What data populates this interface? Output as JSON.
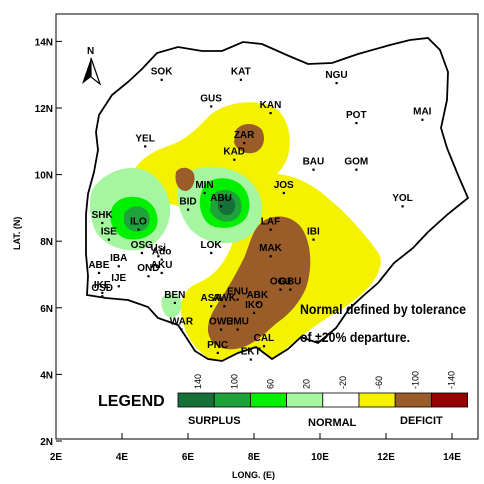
{
  "axes": {
    "xlabel": "LONG. (E)",
    "ylabel": "LAT. (N)",
    "x_ticks": [
      "2E",
      "4E",
      "6E",
      "8E",
      "10E",
      "12E",
      "14E"
    ],
    "y_ticks": [
      "2N",
      "4N",
      "6N",
      "8N",
      "10N",
      "12N",
      "14N"
    ],
    "xlim": [
      2,
      15
    ],
    "ylim": [
      2,
      15
    ]
  },
  "note": {
    "line1": "Normal defined by tolerance",
    "line2": "of ±20% departure."
  },
  "legend": {
    "title": "LEGEND",
    "categories": [
      "SURPLUS",
      "NORMAL",
      "DEFICIT"
    ],
    "thresholds": [
      "140",
      "100",
      "60",
      "20",
      "-20",
      "-60",
      "-100",
      "-140"
    ],
    "colors": [
      "#16703a",
      "#1fa23a",
      "#00f000",
      "#a6f5a0",
      "#ffffff",
      "#f5f200",
      "#9a5d2a",
      "#960000"
    ]
  },
  "north_arrow": {
    "label": "N"
  },
  "stations": [
    {
      "name": "SOK",
      "lon": 5.2,
      "lat": 13.0
    },
    {
      "name": "KAT",
      "lon": 7.6,
      "lat": 13.0
    },
    {
      "name": "NGU",
      "lon": 10.5,
      "lat": 12.9
    },
    {
      "name": "GUS",
      "lon": 6.7,
      "lat": 12.2
    },
    {
      "name": "KAN",
      "lon": 8.5,
      "lat": 12.0
    },
    {
      "name": "POT",
      "lon": 11.1,
      "lat": 11.7
    },
    {
      "name": "MAI",
      "lon": 13.1,
      "lat": 11.8
    },
    {
      "name": "YEL",
      "lon": 4.7,
      "lat": 11.0
    },
    {
      "name": "ZAR",
      "lon": 7.7,
      "lat": 11.1
    },
    {
      "name": "KAD",
      "lon": 7.4,
      "lat": 10.6
    },
    {
      "name": "BAU",
      "lon": 9.8,
      "lat": 10.3
    },
    {
      "name": "GOM",
      "lon": 11.1,
      "lat": 10.3
    },
    {
      "name": "BID",
      "lon": 6.0,
      "lat": 9.1
    },
    {
      "name": "MIN",
      "lon": 6.5,
      "lat": 9.6
    },
    {
      "name": "JOS",
      "lon": 8.9,
      "lat": 9.6
    },
    {
      "name": "ABU",
      "lon": 7.0,
      "lat": 9.2
    },
    {
      "name": "YOL",
      "lon": 12.5,
      "lat": 9.2
    },
    {
      "name": "SHK",
      "lon": 3.4,
      "lat": 8.7
    },
    {
      "name": "ILO",
      "lon": 4.5,
      "lat": 8.5
    },
    {
      "name": "ISE",
      "lon": 3.6,
      "lat": 8.2
    },
    {
      "name": "OSG",
      "lon": 4.6,
      "lat": 7.8
    },
    {
      "name": "Usi",
      "lon": 5.1,
      "lat": 7.7
    },
    {
      "name": "LAF",
      "lon": 8.5,
      "lat": 8.5
    },
    {
      "name": "IBI",
      "lon": 9.8,
      "lat": 8.2
    },
    {
      "name": "LOK",
      "lon": 6.7,
      "lat": 7.8
    },
    {
      "name": "MAK",
      "lon": 8.5,
      "lat": 7.7
    },
    {
      "name": "IBA",
      "lon": 3.9,
      "lat": 7.4
    },
    {
      "name": "Ado",
      "lon": 5.2,
      "lat": 7.6
    },
    {
      "name": "ABE",
      "lon": 3.3,
      "lat": 7.2
    },
    {
      "name": "AKU",
      "lon": 5.2,
      "lat": 7.2
    },
    {
      "name": "OND",
      "lon": 4.8,
      "lat": 7.1
    },
    {
      "name": "IJE",
      "lon": 3.9,
      "lat": 6.8
    },
    {
      "name": "IKE",
      "lon": 3.4,
      "lat": 6.6
    },
    {
      "name": "OSD",
      "lon": 3.4,
      "lat": 6.5
    },
    {
      "name": "BEN",
      "lon": 5.6,
      "lat": 6.3
    },
    {
      "name": "OGJ",
      "lon": 8.8,
      "lat": 6.7
    },
    {
      "name": "ENU",
      "lon": 7.5,
      "lat": 6.4
    },
    {
      "name": "ABK",
      "lon": 8.1,
      "lat": 6.3
    },
    {
      "name": "ASA",
      "lon": 6.7,
      "lat": 6.2
    },
    {
      "name": "AWK",
      "lon": 7.1,
      "lat": 6.2
    },
    {
      "name": "OBU",
      "lon": 9.1,
      "lat": 6.7
    },
    {
      "name": "IKO",
      "lon": 8.0,
      "lat": 6.0
    },
    {
      "name": "OWE",
      "lon": 7.0,
      "lat": 5.5
    },
    {
      "name": "WAR",
      "lon": 5.8,
      "lat": 5.5
    },
    {
      "name": "UMU",
      "lon": 7.5,
      "lat": 5.5
    },
    {
      "name": "CAL",
      "lon": 8.3,
      "lat": 5.0
    },
    {
      "name": "PNC",
      "lon": 6.9,
      "lat": 4.8
    },
    {
      "name": "EKT",
      "lon": 7.9,
      "lat": 4.6
    }
  ]
}
